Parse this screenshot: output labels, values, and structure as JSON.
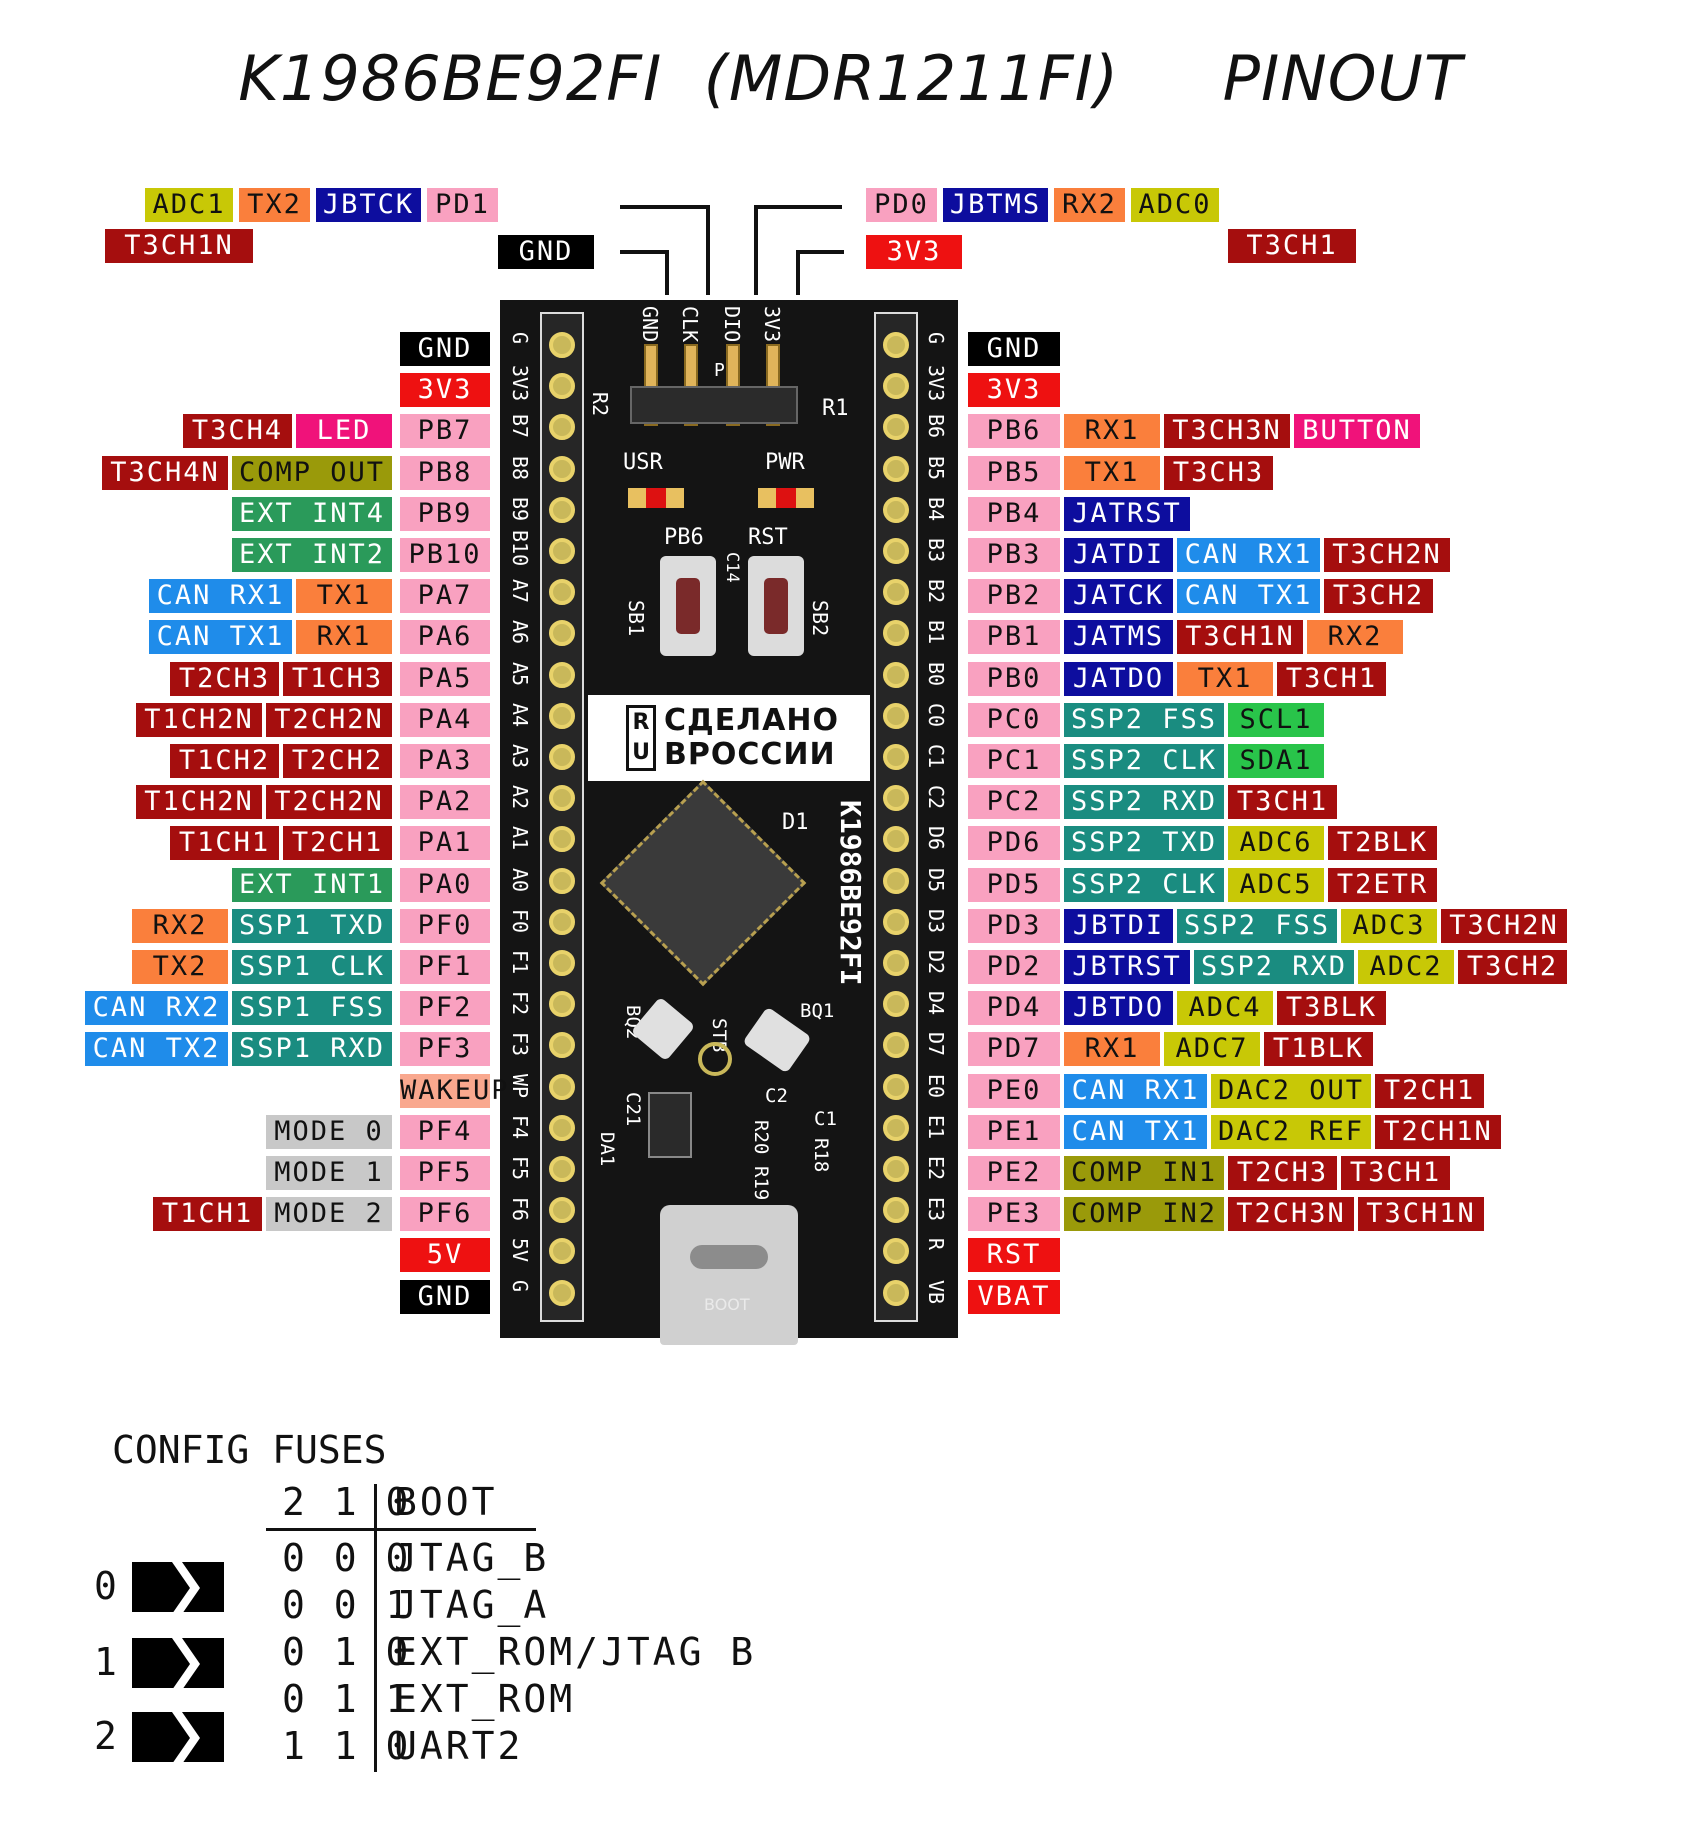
{
  "title": {
    "part": "K1986BE92FI",
    "alt": "(MDR1211FI)",
    "suffix": "PINOUT"
  },
  "colors": {
    "black": "#000000",
    "red": "#ee1111",
    "pink": "#f9a1c0",
    "darkred": "#a50e0e",
    "magenta": "#f0127a",
    "olive": "#9a9a0a",
    "yellow": "#c8c806",
    "orange": "#fa7f3c",
    "navy": "#0d0d9e",
    "blue": "#1f8cea",
    "teal": "#1a8c80",
    "green": "#2a9a5a",
    "salmon": "#f9a88e",
    "grey": "#c8c8c8",
    "lime": "#29c44a"
  },
  "top_labels": {
    "left_row1": [
      {
        "text": "ADC1",
        "color": "yellow",
        "fg": "#111"
      },
      {
        "text": "TX2",
        "color": "orange",
        "fg": "#111"
      },
      {
        "text": "JBTCK",
        "color": "navy",
        "fg": "#fff"
      },
      {
        "text": "PD1",
        "color": "pink",
        "fg": "#111"
      }
    ],
    "left_row2": [
      {
        "text": "T3CH1N",
        "color": "darkred",
        "fg": "#fff"
      },
      {
        "text": "GND",
        "color": "black",
        "fg": "#fff"
      }
    ],
    "right_row1": [
      {
        "text": "PD0",
        "color": "pink",
        "fg": "#111"
      },
      {
        "text": "JBTMS",
        "color": "navy",
        "fg": "#fff"
      },
      {
        "text": "RX2",
        "color": "orange",
        "fg": "#111"
      },
      {
        "text": "ADC0",
        "color": "yellow",
        "fg": "#111"
      }
    ],
    "right_row2": [
      {
        "text": "3V3",
        "color": "red",
        "fg": "#fff"
      },
      {
        "text": "T3CH1",
        "color": "darkred",
        "fg": "#fff"
      }
    ]
  },
  "left_pins": [
    {
      "pin": "GND",
      "pc": "black",
      "funcs": []
    },
    {
      "pin": "3V3",
      "pc": "red",
      "funcs": []
    },
    {
      "pin": "PB7",
      "pc": "pink",
      "funcs": [
        [
          "LED",
          "magenta"
        ],
        [
          "T3CH4",
          "darkred"
        ]
      ]
    },
    {
      "pin": "PB8",
      "pc": "pink",
      "funcs": [
        [
          "COMP OUT",
          "olive"
        ],
        [
          "T3CH4N",
          "darkred"
        ]
      ]
    },
    {
      "pin": "PB9",
      "pc": "pink",
      "funcs": [
        [
          "EXT INT4",
          "green"
        ]
      ]
    },
    {
      "pin": "PB10",
      "pc": "pink",
      "funcs": [
        [
          "EXT INT2",
          "green"
        ]
      ]
    },
    {
      "pin": "PA7",
      "pc": "pink",
      "funcs": [
        [
          "TX1",
          "orange"
        ],
        [
          "CAN RX1",
          "blue"
        ]
      ]
    },
    {
      "pin": "PA6",
      "pc": "pink",
      "funcs": [
        [
          "RX1",
          "orange"
        ],
        [
          "CAN TX1",
          "blue"
        ]
      ]
    },
    {
      "pin": "PA5",
      "pc": "pink",
      "funcs": [
        [
          "T1CH3",
          "darkred"
        ],
        [
          "T2CH3",
          "darkred"
        ]
      ]
    },
    {
      "pin": "PA4",
      "pc": "pink",
      "funcs": [
        [
          "T2CH2N",
          "darkred"
        ],
        [
          "T1CH2N",
          "darkred"
        ]
      ]
    },
    {
      "pin": "PA3",
      "pc": "pink",
      "funcs": [
        [
          "T2CH2",
          "darkred"
        ],
        [
          "T1CH2",
          "darkred"
        ]
      ]
    },
    {
      "pin": "PA2",
      "pc": "pink",
      "funcs": [
        [
          "T2CH2N",
          "darkred"
        ],
        [
          "T1CH2N",
          "darkred"
        ]
      ]
    },
    {
      "pin": "PA1",
      "pc": "pink",
      "funcs": [
        [
          "T2CH1",
          "darkred"
        ],
        [
          "T1CH1",
          "darkred"
        ]
      ]
    },
    {
      "pin": "PA0",
      "pc": "pink",
      "funcs": [
        [
          "EXT INT1",
          "green"
        ]
      ]
    },
    {
      "pin": "PF0",
      "pc": "pink",
      "funcs": [
        [
          "SSP1 TXD",
          "teal"
        ],
        [
          "RX2",
          "orange"
        ]
      ]
    },
    {
      "pin": "PF1",
      "pc": "pink",
      "funcs": [
        [
          "SSP1 CLK",
          "teal"
        ],
        [
          "TX2",
          "orange"
        ]
      ]
    },
    {
      "pin": "PF2",
      "pc": "pink",
      "funcs": [
        [
          "SSP1 FSS",
          "teal"
        ],
        [
          "CAN RX2",
          "blue"
        ]
      ]
    },
    {
      "pin": "PF3",
      "pc": "pink",
      "funcs": [
        [
          "SSP1 RXD",
          "teal"
        ],
        [
          "CAN TX2",
          "blue"
        ]
      ]
    },
    {
      "pin": "WAKEUP",
      "pc": "salmon",
      "funcs": []
    },
    {
      "pin": "PF4",
      "pc": "pink",
      "funcs": [
        [
          "MODE 0",
          "grey"
        ]
      ]
    },
    {
      "pin": "PF5",
      "pc": "pink",
      "funcs": [
        [
          "MODE 1",
          "grey"
        ]
      ]
    },
    {
      "pin": "PF6",
      "pc": "pink",
      "funcs": [
        [
          "MODE 2",
          "grey"
        ],
        [
          "T1CH1",
          "darkred"
        ]
      ]
    },
    {
      "pin": "5V",
      "pc": "red",
      "funcs": []
    },
    {
      "pin": "GND",
      "pc": "black",
      "funcs": []
    }
  ],
  "right_pins": [
    {
      "pin": "GND",
      "pc": "black",
      "funcs": []
    },
    {
      "pin": "3V3",
      "pc": "red",
      "funcs": []
    },
    {
      "pin": "PB6",
      "pc": "pink",
      "funcs": [
        [
          "RX1",
          "orange"
        ],
        [
          "T3CH3N",
          "darkred"
        ],
        [
          "BUTTON",
          "magenta"
        ]
      ]
    },
    {
      "pin": "PB5",
      "pc": "pink",
      "funcs": [
        [
          "TX1",
          "orange"
        ],
        [
          "T3CH3",
          "darkred"
        ]
      ]
    },
    {
      "pin": "PB4",
      "pc": "pink",
      "funcs": [
        [
          "JATRST",
          "navy"
        ]
      ]
    },
    {
      "pin": "PB3",
      "pc": "pink",
      "funcs": [
        [
          "JATDI",
          "navy"
        ],
        [
          "CAN RX1",
          "blue"
        ],
        [
          "T3CH2N",
          "darkred"
        ]
      ]
    },
    {
      "pin": "PB2",
      "pc": "pink",
      "funcs": [
        [
          "JATCK",
          "navy"
        ],
        [
          "CAN TX1",
          "blue"
        ],
        [
          "T3CH2",
          "darkred"
        ]
      ]
    },
    {
      "pin": "PB1",
      "pc": "pink",
      "funcs": [
        [
          "JATMS",
          "navy"
        ],
        [
          "T3CH1N",
          "darkred"
        ],
        [
          "RX2",
          "orange"
        ]
      ]
    },
    {
      "pin": "PB0",
      "pc": "pink",
      "funcs": [
        [
          "JATDO",
          "navy"
        ],
        [
          "TX1",
          "orange"
        ],
        [
          "T3CH1",
          "darkred"
        ]
      ]
    },
    {
      "pin": "PC0",
      "pc": "pink",
      "funcs": [
        [
          "SSP2 FSS",
          "teal"
        ],
        [
          "SCL1",
          "lime"
        ]
      ]
    },
    {
      "pin": "PC1",
      "pc": "pink",
      "funcs": [
        [
          "SSP2 CLK",
          "teal"
        ],
        [
          "SDA1",
          "lime"
        ]
      ]
    },
    {
      "pin": "PC2",
      "pc": "pink",
      "funcs": [
        [
          "SSP2 RXD",
          "teal"
        ],
        [
          "T3CH1",
          "darkred"
        ]
      ]
    },
    {
      "pin": "PD6",
      "pc": "pink",
      "funcs": [
        [
          "SSP2 TXD",
          "teal"
        ],
        [
          "ADC6",
          "yellow"
        ],
        [
          "T2BLK",
          "darkred"
        ]
      ]
    },
    {
      "pin": "PD5",
      "pc": "pink",
      "funcs": [
        [
          "SSP2 CLK",
          "teal"
        ],
        [
          "ADC5",
          "yellow"
        ],
        [
          "T2ETR",
          "darkred"
        ]
      ]
    },
    {
      "pin": "PD3",
      "pc": "pink",
      "funcs": [
        [
          "JBTDI",
          "navy"
        ],
        [
          "SSP2 FSS",
          "teal"
        ],
        [
          "ADC3",
          "yellow"
        ],
        [
          "T3CH2N",
          "darkred"
        ]
      ]
    },
    {
      "pin": "PD2",
      "pc": "pink",
      "funcs": [
        [
          "JBTRST",
          "navy"
        ],
        [
          "SSP2 RXD",
          "teal"
        ],
        [
          "ADC2",
          "yellow"
        ],
        [
          "T3CH2",
          "darkred"
        ]
      ]
    },
    {
      "pin": "PD4",
      "pc": "pink",
      "funcs": [
        [
          "JBTDO",
          "navy"
        ],
        [
          "ADC4",
          "yellow"
        ],
        [
          "T3BLK",
          "darkred"
        ]
      ]
    },
    {
      "pin": "PD7",
      "pc": "pink",
      "funcs": [
        [
          "RX1",
          "orange"
        ],
        [
          "ADC7",
          "yellow"
        ],
        [
          "T1BLK",
          "darkred"
        ]
      ]
    },
    {
      "pin": "PE0",
      "pc": "pink",
      "funcs": [
        [
          "CAN RX1",
          "blue"
        ],
        [
          "DAC2 OUT",
          "yellow"
        ],
        [
          "T2CH1",
          "darkred"
        ]
      ]
    },
    {
      "pin": "PE1",
      "pc": "pink",
      "funcs": [
        [
          "CAN TX1",
          "blue"
        ],
        [
          "DAC2 REF",
          "yellow"
        ],
        [
          "T2CH1N",
          "darkred"
        ]
      ]
    },
    {
      "pin": "PE2",
      "pc": "pink",
      "funcs": [
        [
          "COMP IN1",
          "olive"
        ],
        [
          "T2CH3",
          "darkred"
        ],
        [
          "T3CH1",
          "darkred"
        ]
      ]
    },
    {
      "pin": "PE3",
      "pc": "pink",
      "funcs": [
        [
          "COMP IN2",
          "olive"
        ],
        [
          "T2CH3N",
          "darkred"
        ],
        [
          "T3CH1N",
          "darkred"
        ]
      ]
    },
    {
      "pin": "RST",
      "pc": "red",
      "funcs": []
    },
    {
      "pin": "VBAT",
      "pc": "red",
      "funcs": []
    }
  ],
  "board": {
    "left_silk": [
      "G",
      "3V3",
      "B7",
      "B8",
      "B9",
      "B10",
      "A7",
      "A6",
      "A5",
      "A4",
      "A3",
      "A2",
      "A1",
      "A0",
      "F0",
      "F1",
      "F2",
      "F3",
      "WP",
      "F4",
      "F5",
      "F6",
      "5V",
      "G"
    ],
    "right_silk": [
      "G",
      "3V3",
      "B6",
      "B5",
      "B4",
      "B3",
      "B2",
      "B1",
      "B0",
      "C0",
      "C1",
      "C2",
      "D6",
      "D5",
      "D3",
      "D2",
      "D4",
      "D7",
      "E0",
      "E1",
      "E2",
      "E3",
      "R",
      "VB"
    ],
    "jtag_silk": [
      "GND",
      "CLK",
      "DIO",
      "3V3"
    ],
    "jtag_label": "P1",
    "usr": "USR",
    "pwr": "PWR",
    "pb6": "PB6",
    "rst": "RST",
    "sb1": "SB1",
    "sb2": "SB2",
    "r1": "R1",
    "r2": "R2",
    "c14": "C14",
    "banner_logo": [
      "R",
      "U"
    ],
    "banner_line1": "СДЕЛАНО",
    "banner_line2": "ВРОССИИ",
    "chip_label": "K1986BE92FI",
    "d1": "D1",
    "bq1": "BQ1",
    "bq2": "BQ2",
    "stb": "STB",
    "c21": "C21",
    "c2": "C2",
    "c1": "C1",
    "da1": "DA1",
    "r20": "R20",
    "r19": "R19",
    "r18": "R18",
    "usb_text": "BOOT"
  },
  "fuses": {
    "title": "CONFIG FUSES",
    "header_bits": "2 1 0",
    "header_mode": "BOOT",
    "rows": [
      {
        "bits": "0 0 0",
        "mode": "JTAG_B"
      },
      {
        "bits": "0 0 1",
        "mode": "JTAG_A"
      },
      {
        "bits": "0 1 0",
        "mode": "EXT_ROM/JTAG B"
      },
      {
        "bits": "0 1 1",
        "mode": "EXT_ROM"
      },
      {
        "bits": "1 1 0",
        "mode": "UART2"
      }
    ],
    "jumpers": [
      "0",
      "1",
      "2"
    ]
  }
}
